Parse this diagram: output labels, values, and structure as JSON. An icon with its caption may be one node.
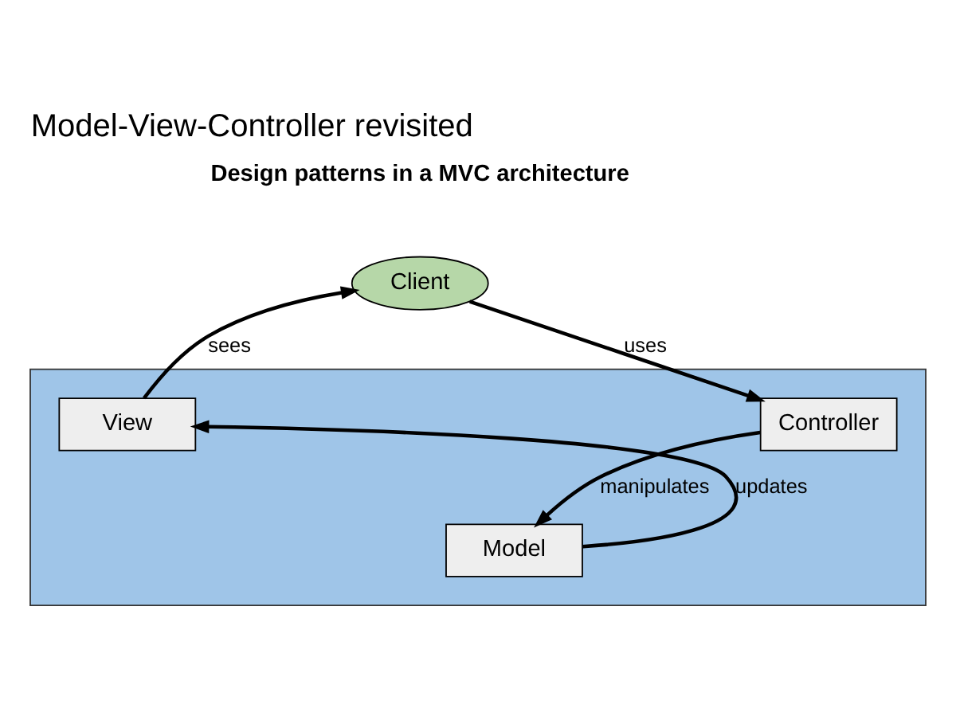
{
  "diagram": {
    "title": "Model-View-Controller revisited",
    "nodes": [
      {
        "text": [],
        "shape": "box"
      },
      {
        "text": [
          "Client"
        ]
      },
      {
        "text": [
          "View"
        ],
        "in": 0
      },
      {
        "text": [
          "Controller"
        ],
        "in": 0
      },
      {
        "text": [
          "Model"
        ],
        "in": 0
      }
    ],
    "edges": [
      {
        "from": 2,
        "to": 1,
        "arrow": "to",
        "label": "sees"
      },
      {
        "from": 1,
        "to": 3,
        "arrow": "to",
        "label": "uses"
      },
      {
        "from": 3,
        "to": 4,
        "arrow": "to",
        "label": "manipulates"
      },
      {
        "from": 4,
        "to": 2,
        "arrow": "to",
        "label": "updates"
      }
    ],
    "labels": [
      "Design patterns in a MVC architecture"
    ]
  }
}
